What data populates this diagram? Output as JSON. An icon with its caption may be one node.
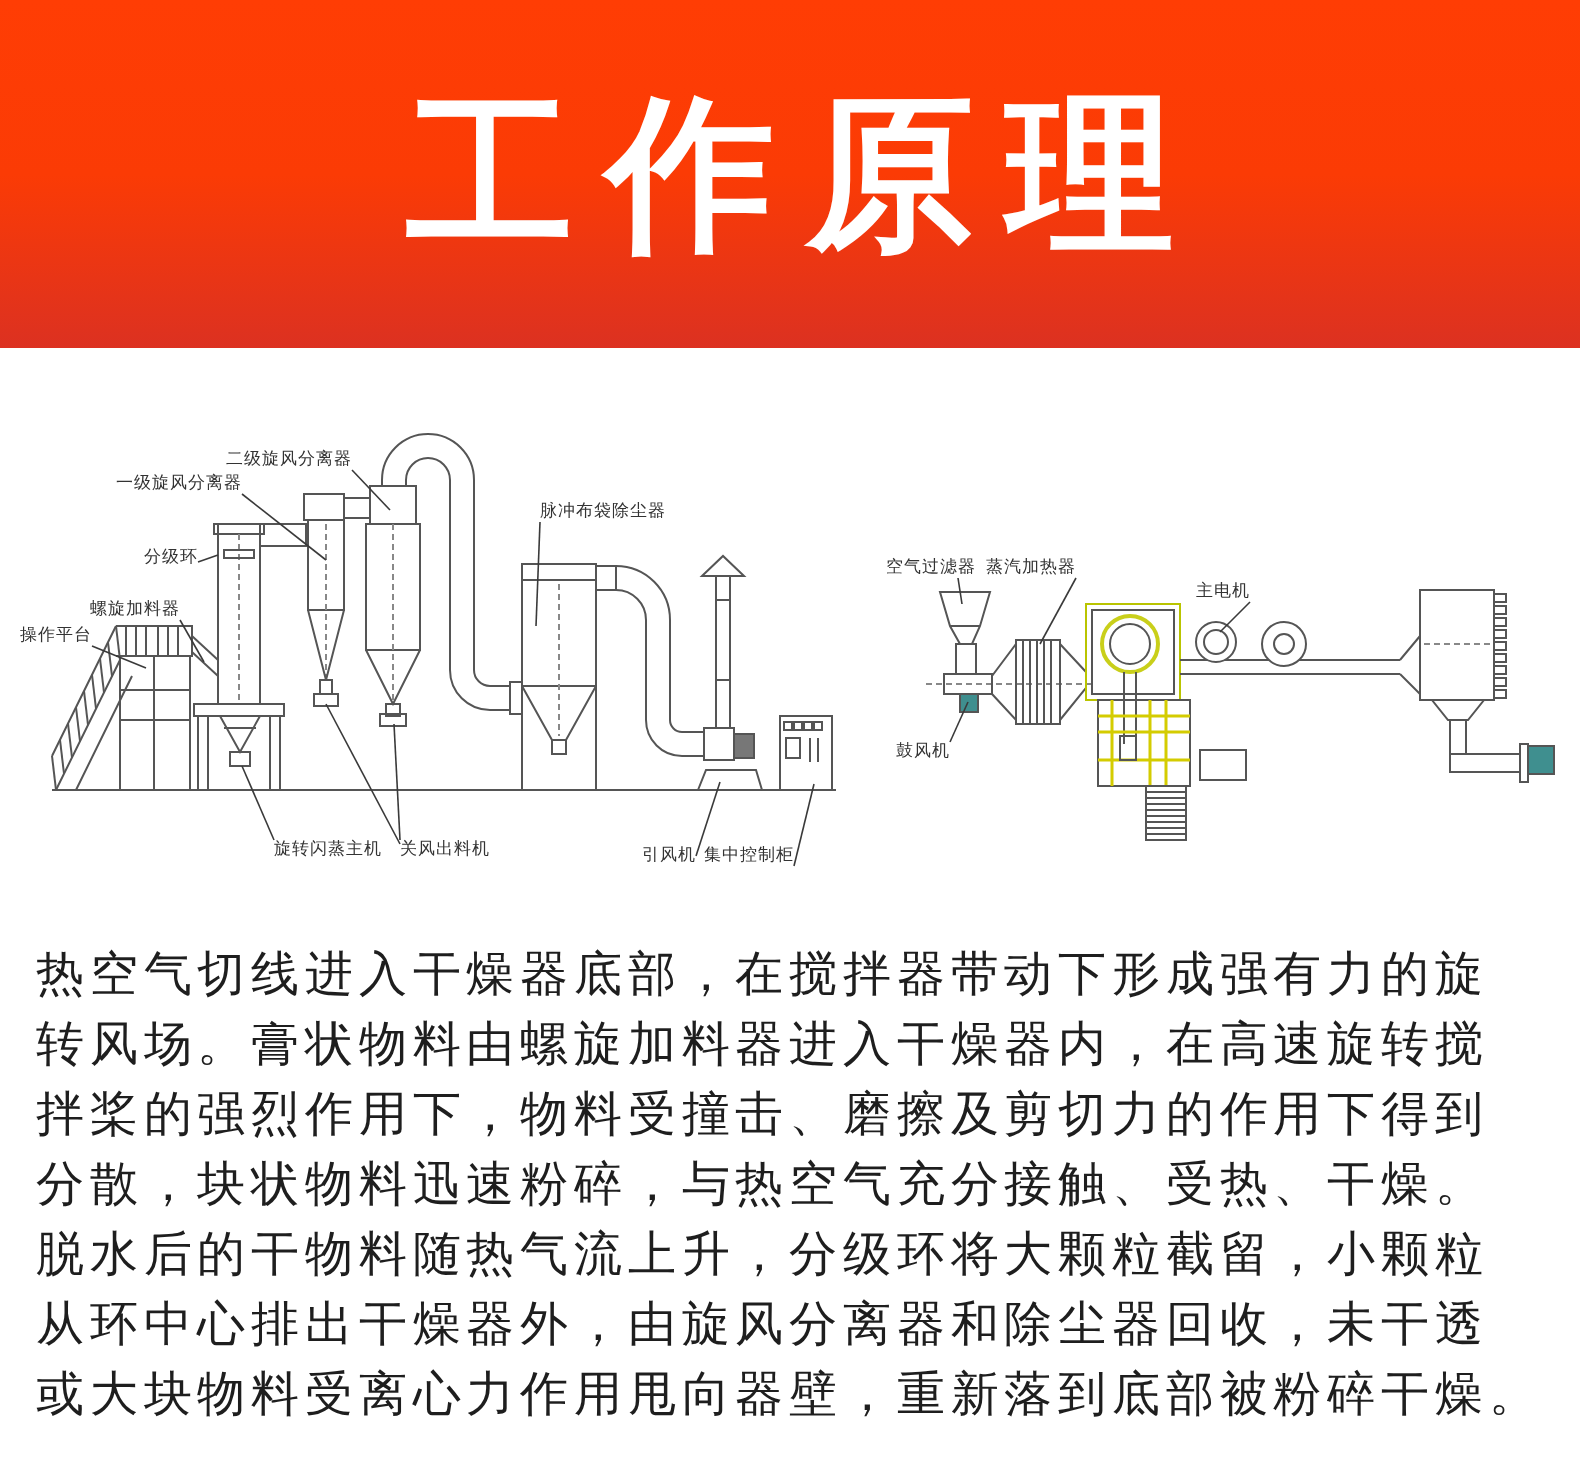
{
  "diagram": {
    "title": "工作原理",
    "caption": "热空气切线进入干燥器底部，在搅拌器带动下形成强有力的旋转风场。膏状物料由螺旋加料器进入干燥器内，在高速旋转搅拌桨的强烈作用下，物料受撞击、磨擦及剪切力的作用下得到分散，块状物料迅速粉碎，与热空气充分接触、受热、干燥。脱水后的干物料随热气流上升，分级环将大颗粒截留，小颗粒从环中心排出干燥器外，由旋风分离器和除尘器回收，未干透或大块物料受离心力作用甩向器壁，重新落到底部被粉碎干燥。",
    "nodes": [
      {
        "text": [
          "二级旋风分离器"
        ]
      },
      {
        "text": [
          "一级旋风分离器"
        ]
      },
      {
        "text": [
          "脉冲布袋除尘器"
        ]
      },
      {
        "text": [
          "分级环"
        ]
      },
      {
        "text": [
          "螺旋加料器"
        ]
      },
      {
        "text": [
          "操作平台"
        ]
      },
      {
        "text": [
          "旋转闪蒸主机"
        ]
      },
      {
        "text": [
          "关风出料机"
        ]
      },
      {
        "text": [
          "引风机"
        ]
      },
      {
        "text": [
          "集中控制柜"
        ]
      },
      {
        "text": [
          "空气过滤器"
        ]
      },
      {
        "text": [
          "蒸汽加热器"
        ]
      },
      {
        "text": [
          "主电机"
        ]
      },
      {
        "text": [
          "鼓风机"
        ]
      }
    ],
    "edges": [
      {
        "from": 0,
        "to": null,
        "arrow": "none"
      },
      {
        "from": 1,
        "to": null,
        "arrow": "none"
      },
      {
        "from": 2,
        "to": null,
        "arrow": "none"
      },
      {
        "from": 3,
        "to": null,
        "arrow": "none"
      },
      {
        "from": 4,
        "to": null,
        "arrow": "none"
      },
      {
        "from": 5,
        "to": null,
        "arrow": "none"
      },
      {
        "from": 6,
        "to": null,
        "arrow": "none"
      },
      {
        "from": 7,
        "to": null,
        "arrow": "none"
      },
      {
        "from": 7,
        "to": null,
        "arrow": "none"
      },
      {
        "from": 8,
        "to": null,
        "arrow": "none"
      },
      {
        "from": 9,
        "to": null,
        "arrow": "none"
      },
      {
        "from": 10,
        "to": null,
        "arrow": "none"
      },
      {
        "from": 11,
        "to": null,
        "arrow": "none"
      },
      {
        "from": 12,
        "to": null,
        "arrow": "none"
      },
      {
        "from": 13,
        "to": null,
        "arrow": "none"
      }
    ]
  }
}
